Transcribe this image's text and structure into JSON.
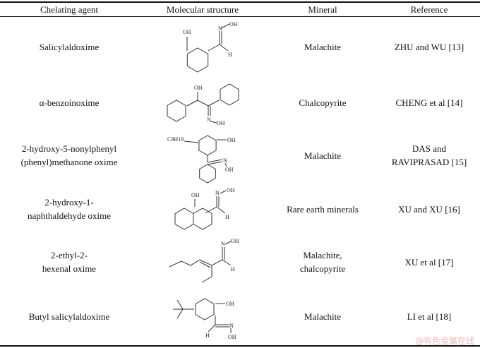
{
  "headers": [
    "Chelating agent",
    "Molecular structure",
    "Mineral",
    "Reference"
  ],
  "rows": [
    {
      "agent": [
        "Salicylaldoxime"
      ],
      "mineral": [
        "Malachite"
      ],
      "reference": [
        "ZHU and WU [13]"
      ],
      "atoms": [
        "OH",
        "N",
        "OH",
        "H"
      ]
    },
    {
      "agent": [
        "α-benzoinoxime"
      ],
      "mineral": [
        "Chalcopyrite"
      ],
      "reference": [
        "CHENG et al [14]"
      ],
      "atoms": [
        "OH",
        "N",
        "OH"
      ]
    },
    {
      "agent": [
        "2-hydroxy-5-nonylphenyl",
        "(phenyl)methanone oxime"
      ],
      "mineral": [
        "Malachite"
      ],
      "reference": [
        "DAS and",
        "RAVIPRASAD [15]"
      ],
      "atoms": [
        "C9H19",
        "OH",
        "N",
        "OH"
      ]
    },
    {
      "agent": [
        "2-hydroxy-1-",
        "naphthaldehyde oxime"
      ],
      "mineral": [
        "Rare earth minerals"
      ],
      "reference": [
        "XU and XU [16]"
      ],
      "atoms": [
        "OH",
        "N",
        "OH",
        "H"
      ]
    },
    {
      "agent": [
        "2-ethyl-2-",
        "hexenal oxime"
      ],
      "mineral": [
        "Malachite,",
        "chalcopyrite"
      ],
      "reference": [
        "XU et al [17]"
      ],
      "atoms": [
        "N",
        "OH",
        "H"
      ]
    },
    {
      "agent": [
        "Butyl salicylaldoxime"
      ],
      "mineral": [
        "Malachite"
      ],
      "reference": [
        "LI et al [18]"
      ],
      "atoms": [
        "OH",
        "N",
        "OH",
        "H"
      ]
    }
  ],
  "watermark": "@有色金属在线"
}
